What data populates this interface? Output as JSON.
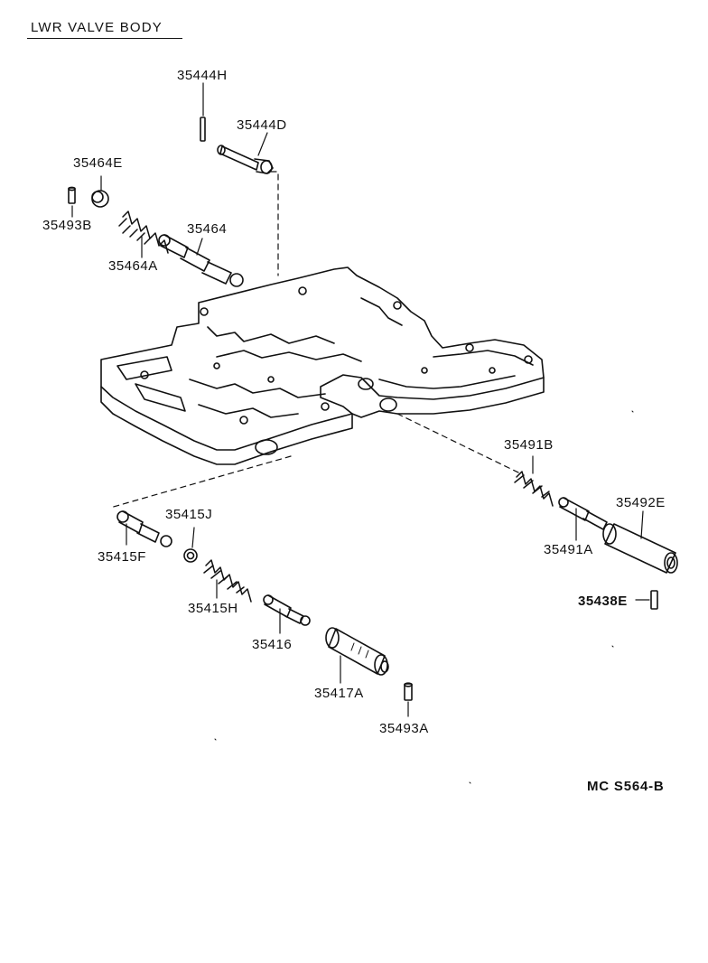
{
  "title": "LWR VALVE BODY",
  "drawing_code": "MC  S564-B",
  "parts": {
    "p35444H": "35444H",
    "p35444D": "35444D",
    "p35464E": "35464E",
    "p35493B": "35493B",
    "p35464": "35464",
    "p35464A": "35464A",
    "p35491B": "35491B",
    "p35492E": "35492E",
    "p35491A": "35491A",
    "p35438E": "35438E",
    "p35415J": "35415J",
    "p35415F": "35415F",
    "p35415H": "35415H",
    "p35416": "35416",
    "p35417A": "35417A",
    "p35493A": "35493A"
  }
}
